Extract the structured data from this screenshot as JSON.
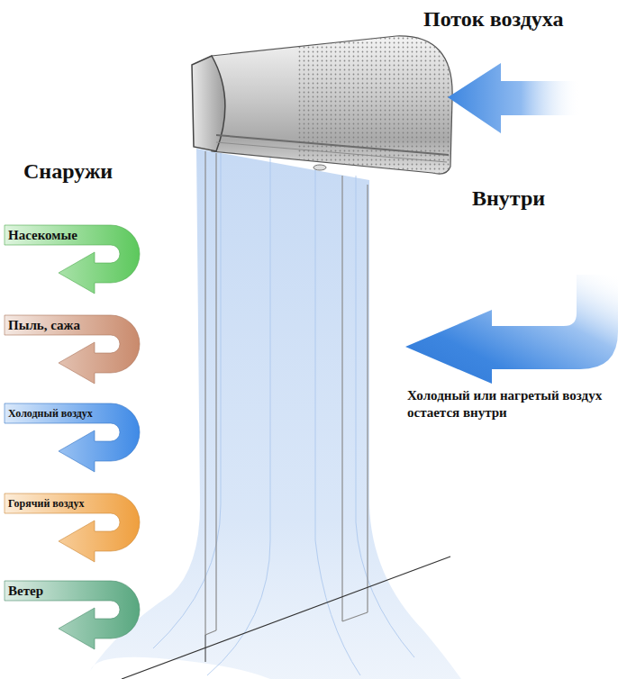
{
  "diagram": {
    "nodes": [
      {
        "text": [
          "Насекомые"
        ]
      },
      {
        "text": [
          "Пыль, сажа"
        ]
      },
      {
        "text": [
          "Холодный воздух"
        ]
      },
      {
        "text": [
          "Горячий воздух"
        ]
      },
      {
        "text": [
          "Ветер"
        ]
      }
    ],
    "labels": [
      "Поток воздуха",
      "Снаружи",
      "Внутри",
      "Холодный или нагретый воздух остается внутри"
    ]
  }
}
